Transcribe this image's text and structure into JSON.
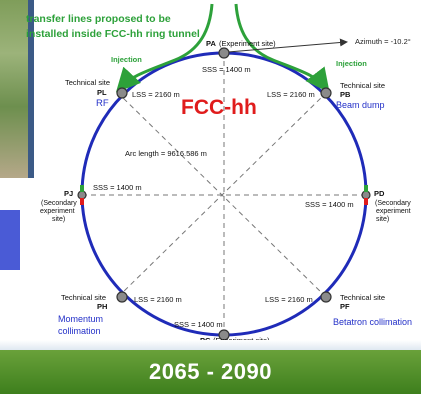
{
  "header": {
    "line1": "transfer lines proposed to be",
    "line2": "installed inside FCC-hh ring tunnel"
  },
  "title": "FCC-hh",
  "sites": {
    "pa": {
      "code": "PA",
      "desc": "(Experiment site)"
    },
    "pb": {
      "code": "PB",
      "desc": "Technical site",
      "role": "Beam dump"
    },
    "pd": {
      "code": "PD",
      "desc1": "(Secondary",
      "desc2": "experiment",
      "desc3": "site)"
    },
    "pf": {
      "code": "PF",
      "desc": "Technical site",
      "role": "Betatron collimation"
    },
    "pg": {
      "code": "PG",
      "desc": "(Experiment site)"
    },
    "ph": {
      "code": "PH",
      "desc": "Technical site",
      "role1": "Momentum",
      "role2": "collimation"
    },
    "pj": {
      "code": "PJ",
      "desc1": "(Secondary",
      "desc2": "experiment",
      "desc3": "site)"
    },
    "pl": {
      "code": "PL",
      "desc": "Technical site",
      "role": "RF"
    }
  },
  "labels": {
    "injection_left": "Injection",
    "injection_right": "Injection",
    "azimuth": "Azimuth = -10.2°",
    "sss_top": "SSS = 1400 m",
    "lss_pl": "LSS = 2160 m",
    "lss_pb": "LSS = 2160 m",
    "lss_ph": "LSS = 2160 m",
    "lss_pf": "LSS = 2160 m",
    "sss_pj": "SSS = 1400 m",
    "sss_pd": "SSS = 1400 m",
    "sss_bottom": "SSS = 1400 m",
    "arc_length": "Arc length = 9616.586 m"
  },
  "footer": {
    "years": "2065 - 2090"
  },
  "colors": {
    "ring": "#1f2bb8",
    "title": "#e01c1c",
    "injection": "#2da13a",
    "role_text": "#2330c8",
    "footer": "#3e7f1d"
  }
}
